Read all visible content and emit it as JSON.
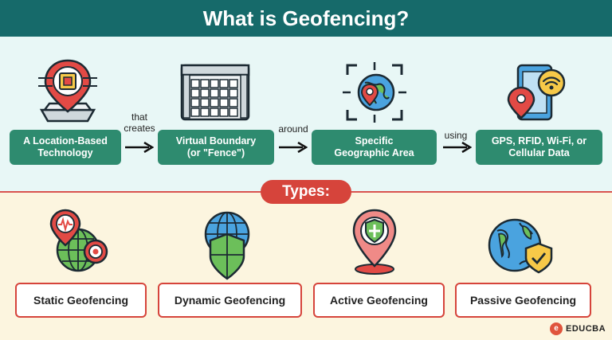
{
  "title": "What is Geofencing?",
  "flow": {
    "steps": [
      {
        "label": "A Location-Based\nTechnology",
        "icon": "location-chip-icon"
      },
      {
        "label": "Virtual Boundary\n(or \"Fence\")",
        "icon": "grid-fence-icon"
      },
      {
        "label": "Specific\nGeographic Area",
        "icon": "globe-target-icon"
      },
      {
        "label": "GPS, RFID, Wi-Fi, or\nCellular Data",
        "icon": "phone-wifi-pin-icon"
      }
    ],
    "connectors": [
      "that\ncreates",
      "around",
      "using"
    ]
  },
  "types_label": "Types:",
  "types": [
    {
      "label": "Static Geofencing",
      "icon": "globe-pin-target-icon"
    },
    {
      "label": "Dynamic Geofencing",
      "icon": "globe-shield-icon"
    },
    {
      "label": "Active Geofencing",
      "icon": "pin-shield-icon"
    },
    {
      "label": "Passive Geofencing",
      "icon": "globe-check-shield-icon"
    }
  ],
  "brand": {
    "logo_letter": "e",
    "name": "EDUCBA"
  },
  "colors": {
    "header": "#166a6a",
    "step_box": "#2e8b6f",
    "accent": "#d6443b",
    "top_bg": "#e8f7f6",
    "bottom_bg": "#fcf5df"
  }
}
